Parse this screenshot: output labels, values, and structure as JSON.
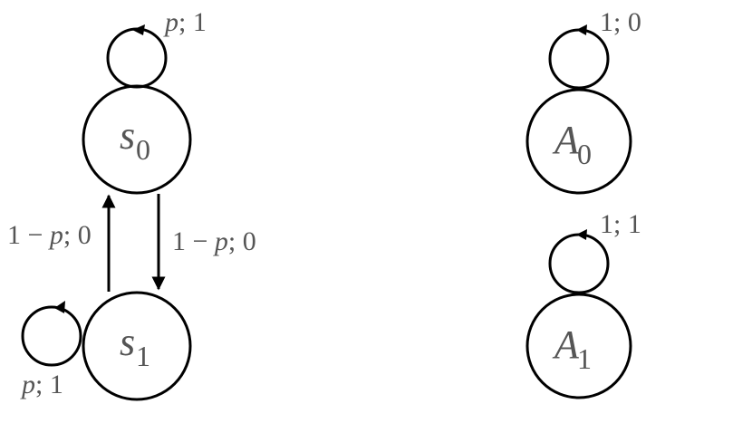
{
  "states": {
    "s0": {
      "symbol": "s",
      "sub": "0",
      "loop_label": {
        "var": "p",
        "rest": "; 1"
      }
    },
    "s1": {
      "symbol": "s",
      "sub": "1",
      "loop_label": {
        "var": "p",
        "rest": "; 1"
      }
    },
    "A0": {
      "symbol": "A",
      "sub": "0",
      "loop_label": "1; 0"
    },
    "A1": {
      "symbol": "A",
      "sub": "1",
      "loop_label": "1; 1"
    }
  },
  "transitions": {
    "s1_to_s0": {
      "pre": "1 − ",
      "var": "p",
      "post": "; 0"
    },
    "s0_to_s1": {
      "pre": "1 − ",
      "var": "p",
      "post": "; 0"
    }
  }
}
